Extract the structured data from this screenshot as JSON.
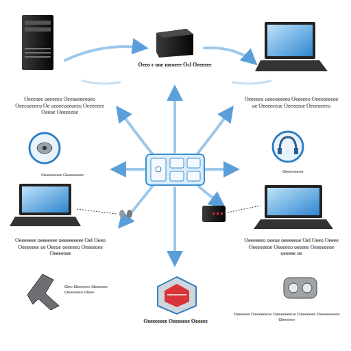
{
  "diagram": {
    "labels": [
      "Oeeo r one meoeee Ocl Oeeeeee",
      "Oeeeoee oeeeeeo Oeeoeeeeeoeo Oeeeoeeeeo Oe oeoeeoeeoeeo Oeeeeeee Oeeoe Oeeeeeoe",
      "Oeeeeeo oeeeoeeeeo Oeeeeeo Oeeeoeeeoe oe Oeeeeeeoe Oeeeeeoe Oeeeoeeeo",
      "Oeeeeeoee Oeeeeeeee",
      "Oeeeeeeoe",
      "Oeeeeeee oeeeeeee oeeeeeeeee Oel Oeeo Oeeeeeee oe Oeeoe oeeeeeo Oeeeeoee Oeeeeoee",
      "Oeeeeeeo oeeoe oeeeeeoe Oel Oeeo Oeeee Oeeeeeeoe Oeeeeeo oeeeee Oeeeeeeoe oeeeee oe",
      "Oeo Oeeeeeo Oeeeeee Oeeeeeeo Oeee",
      "Oeeeeeeee Oeeeeeee Oeeeee",
      "Oeeeeee Oeeeeeeoe Oeeeeeeeoe Oeeeeeee Oeeeeeeoee Oeeeeee"
    ]
  }
}
